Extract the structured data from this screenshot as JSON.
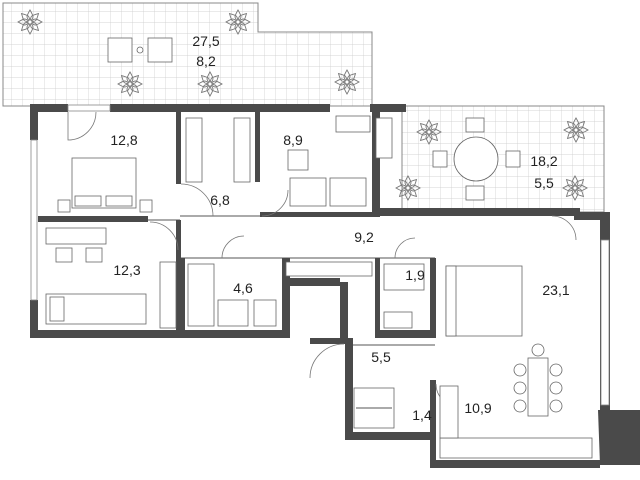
{
  "plan": {
    "rooms": [
      {
        "id": "terrace-top",
        "area": "27,5",
        "area2": "8,2"
      },
      {
        "id": "terrace-right",
        "area": "18,2",
        "area2": "5,5"
      },
      {
        "id": "bedroom-1",
        "area": "12,8"
      },
      {
        "id": "dressing",
        "area": "6,8"
      },
      {
        "id": "bathroom-1",
        "area": "8,9"
      },
      {
        "id": "corridor",
        "area": "9,2"
      },
      {
        "id": "bedroom-2",
        "area": "12,3"
      },
      {
        "id": "bathroom-2",
        "area": "4,6"
      },
      {
        "id": "wc",
        "area": "1,9"
      },
      {
        "id": "living",
        "area": "23,1"
      },
      {
        "id": "hall",
        "area": "5,5"
      },
      {
        "id": "storage",
        "area": "1,4"
      },
      {
        "id": "kitchen",
        "area": "10,9"
      }
    ]
  }
}
